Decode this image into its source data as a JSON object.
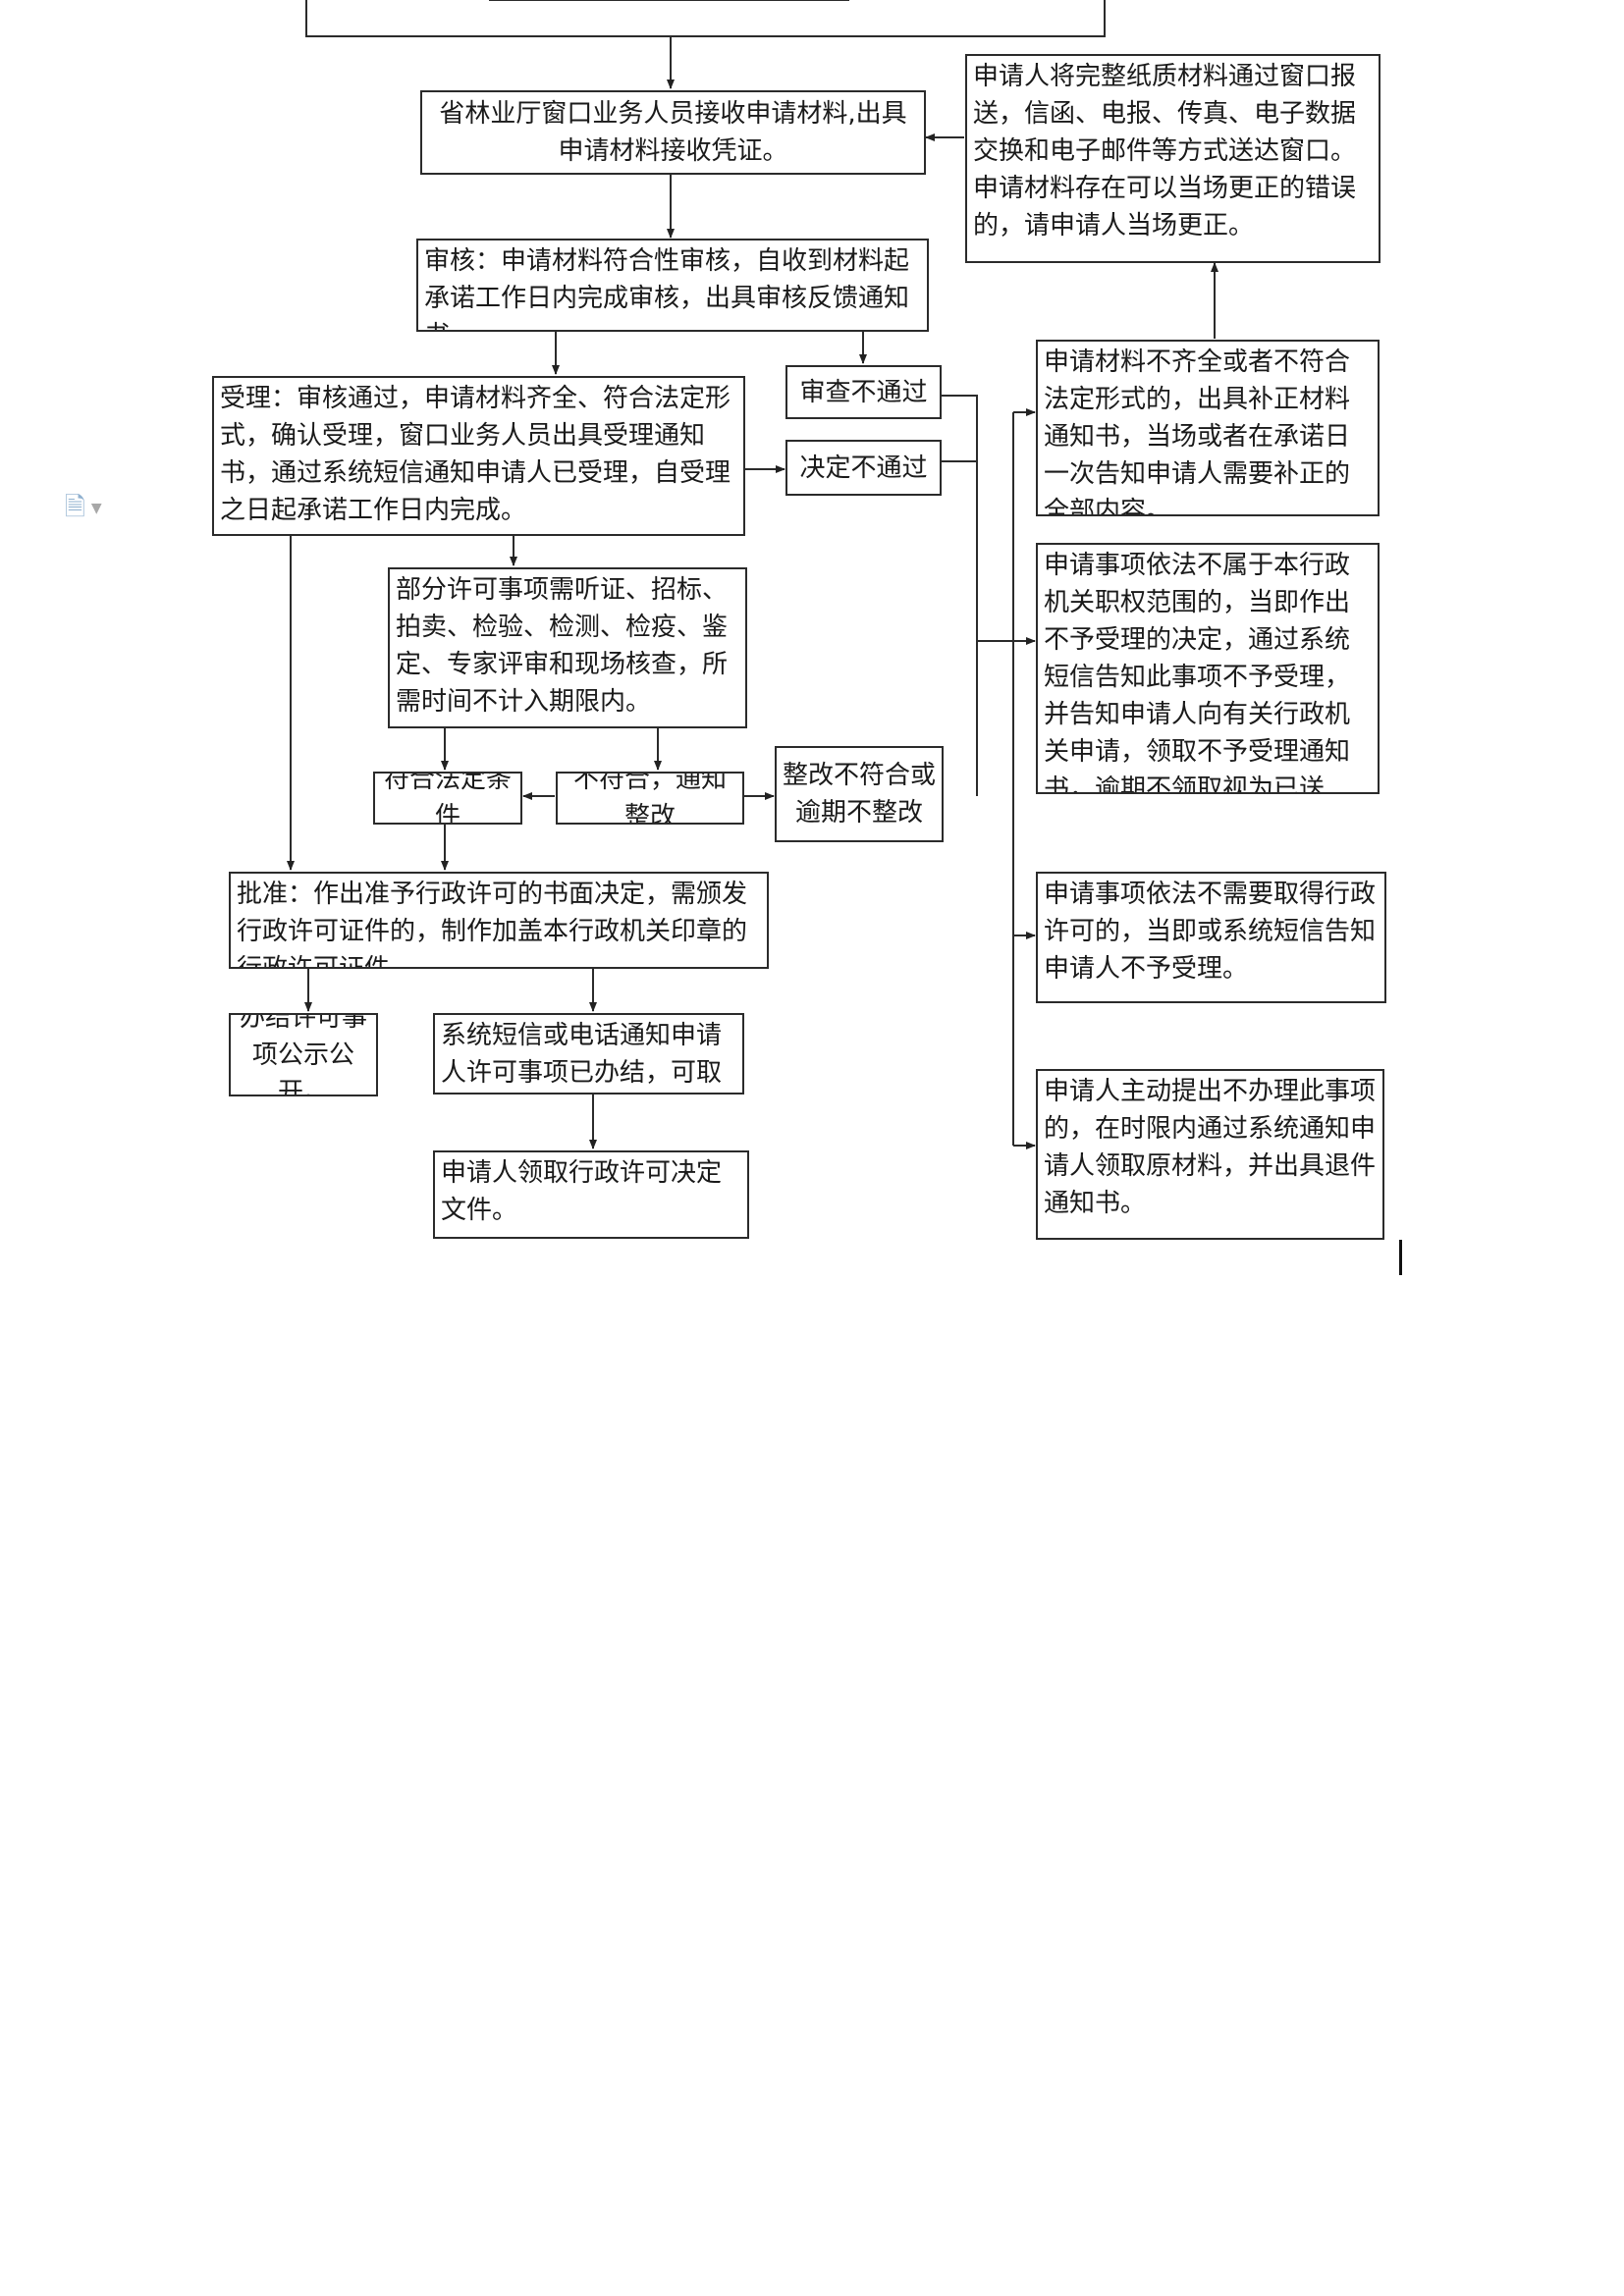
{
  "diagram": {
    "nodes": {
      "receive": "省林业厅窗口业务人员接收申请材料,出具申请材料接收凭证。",
      "submit": "申请人将完整纸质材料通过窗口报送，信函、电报、传真、电子数据交换和电子邮件等方式送达窗口。申请材料存在可以当场更正的错误的，请申请人当场更正。",
      "review": "审核：申请材料符合性审核，自收到材料起承诺工作日内完成审核，出具审核反馈通知书。",
      "review_fail": "审查不通过",
      "accept": "受理：审核通过，申请材料齐全、符合法定形式，确认受理，窗口业务人员出具受理通知书，通过系统短信通知申请人已受理，自受理之日起承诺工作日内完成。",
      "decision_fail": "决定不通过",
      "hearing": "部分许可事项需听证、招标、拍卖、检验、检测、检疫、鉴定、专家评审和现场核查，所需时间不计入期限内。",
      "compliant": "符合法定条件",
      "noncompliant": "不符合，通知整改",
      "rectify_fail": "整改不符合或逾期不整改",
      "approve": "批准：作出准予行政许可的书面决定，需颁发行政许可证件的，制作加盖本行政机关印章的行政许可证件。",
      "publicize": "办结许可事项公示公开。",
      "notify": "系统短信或电话通知申请人许可事项已办结，可取件。",
      "collect": "申请人领取行政许可决定文件。",
      "incomplete": "申请材料不齐全或者不符合法定形式的，出具补正材料通知书，当场或者在承诺日一次告知申请人需要补正的全部内容。",
      "out_of_scope": "申请事项依法不属于本行政机关职权范围的，当即作出不予受理的决定，通过系统短信告知此事项不予受理，并告知申请人向有关行政机关申请，领取不予受理通知书，逾期不领取视为已送达。",
      "no_permit_needed": "申请事项依法不需要取得行政许可的，当即或系统短信告知申请人不予受理。",
      "withdraw": "申请人主动提出不办理此事项的，在时限内通过系统通知申请人领取原材料，并出具退件通知书。"
    }
  }
}
